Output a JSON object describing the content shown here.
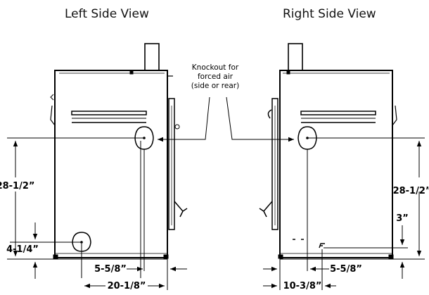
{
  "titles": {
    "left": "Left Side View",
    "right": "Right Side View"
  },
  "callout": {
    "line1": "Knockout for",
    "line2": "forced air",
    "line3": "(side or rear)"
  },
  "left_dims": {
    "height_high": "28-1/2”",
    "height_low": "4-1/4”",
    "offset_small": "5-5/8”",
    "offset_large": "20-1/8”"
  },
  "right_dims": {
    "height_high": "28-1/2”",
    "height_small": "3”",
    "offset_small": "5-5/8”",
    "offset_large": "10-3/8”"
  },
  "colors": {
    "line": "#000000",
    "background": "#ffffff"
  }
}
